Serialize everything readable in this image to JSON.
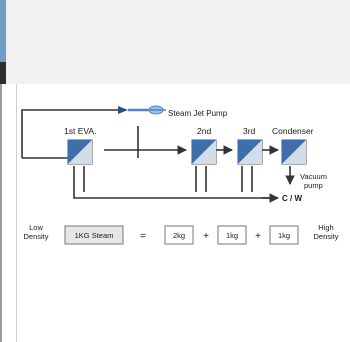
{
  "process_labels": {
    "steam_jet_pump": "Steam Jet Pump",
    "evaporator_1": "1st EVA.",
    "evaporator_2": "2nd",
    "evaporator_3": "3rd",
    "condenser": "Condenser",
    "vacuum_pump_line1": "Vacuum",
    "vacuum_pump_line2": "pump",
    "cooling_water": "C / W"
  },
  "steam_balance": {
    "low_density_line1": "Low",
    "low_density_line2": "Density",
    "input_box": "1KG Steam",
    "equals": "=",
    "stage1": "2kg",
    "plus1": "+",
    "stage2": "1kg",
    "plus2": "+",
    "stage3": "1kg",
    "high_density_line1": "High",
    "high_density_line2": "Density"
  },
  "colors": {
    "evaporator_fill": "#3f6fa8",
    "line": "#333333",
    "box_border": "#777777",
    "steam_box_fill": "#e6e6e6",
    "pump_icon": "#4a86c8"
  }
}
